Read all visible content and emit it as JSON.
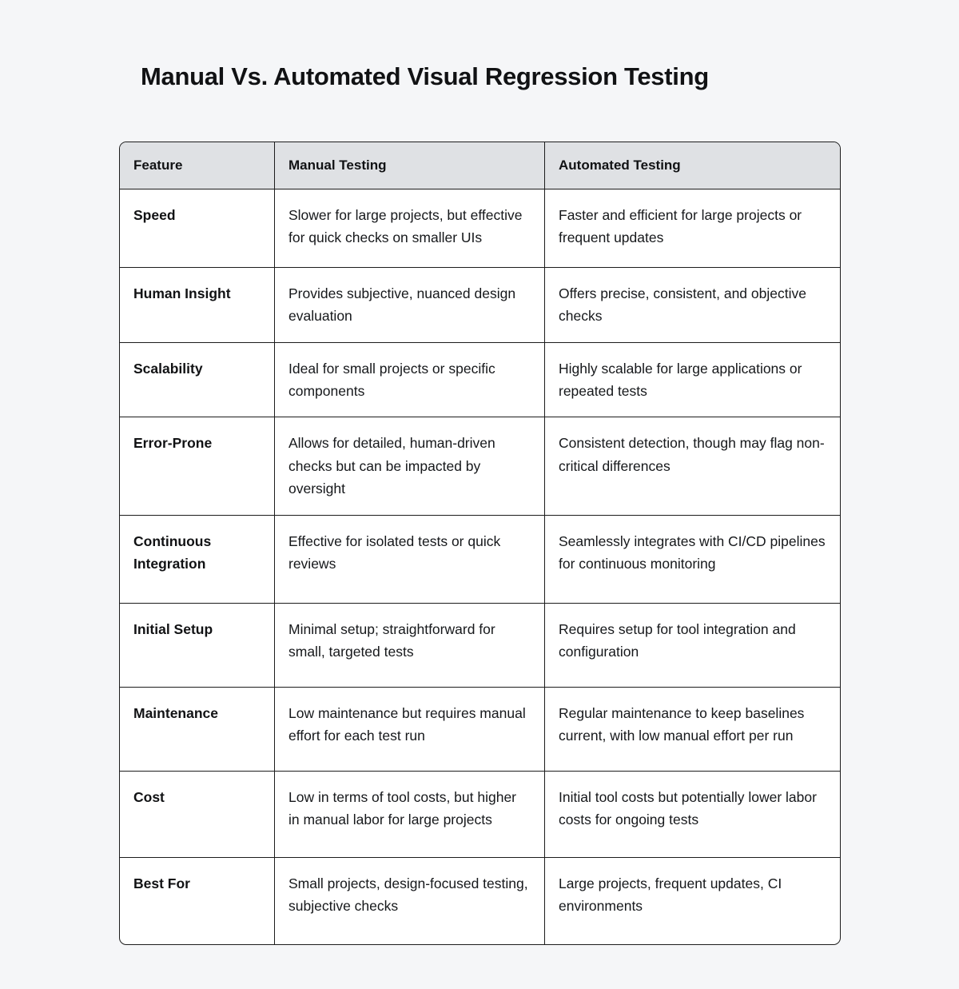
{
  "page": {
    "title": "Manual Vs. Automated Visual Regression Testing",
    "background_color": "#f5f6f8",
    "header_background_color": "#dfe1e4",
    "border_color": "#1c1c1c",
    "text_color": "#111214"
  },
  "table": {
    "columns": [
      {
        "key": "feature",
        "label": "Feature"
      },
      {
        "key": "manual",
        "label": "Manual Testing"
      },
      {
        "key": "automated",
        "label": "Automated Testing"
      }
    ],
    "rows": [
      {
        "feature": "Speed",
        "manual": "Slower for large projects, but effective for quick checks on smaller UIs",
        "automated": "Faster and efficient for large projects or frequent updates"
      },
      {
        "feature": "Human Insight",
        "manual": "Provides subjective, nuanced design evaluation",
        "automated": "Offers precise, consistent, and objective checks"
      },
      {
        "feature": "Scalability",
        "manual": "Ideal for small projects or specific components",
        "automated": "Highly scalable for large applications or repeated tests"
      },
      {
        "feature": "Error-Prone",
        "manual": "Allows for detailed, human-driven checks but can be impacted by oversight",
        "automated": "Consistent detection, though may flag non-critical differences"
      },
      {
        "feature": "Continuous Integration",
        "manual": "Effective for isolated tests or quick reviews",
        "automated": "Seamlessly integrates with CI/CD pipelines for continuous monitoring"
      },
      {
        "feature": "Initial Setup",
        "manual": "Minimal setup; straightforward for small, targeted tests",
        "automated": "Requires setup for tool integration and configuration"
      },
      {
        "feature": "Maintenance",
        "manual": "Low maintenance but requires manual effort for each test run",
        "automated": "Regular maintenance to keep baselines current, with low manual effort per run"
      },
      {
        "feature": "Cost",
        "manual": "Low in terms of tool costs, but higher in manual labor for large projects",
        "automated": "Initial tool costs but potentially lower labor costs for ongoing tests"
      },
      {
        "feature": "Best For",
        "manual": "Small projects, design-focused testing, subjective checks",
        "automated": "Large projects, frequent updates, CI environments"
      }
    ]
  }
}
